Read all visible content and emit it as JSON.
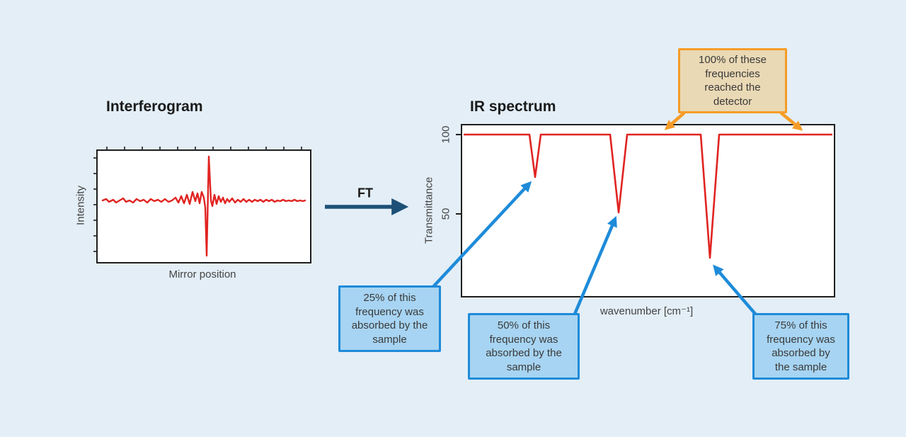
{
  "colors": {
    "background": "#e3eef7",
    "signal_red": "#e02421",
    "callout_blue_border": "#1e8bd9",
    "callout_blue_fill": "#a7d4f2",
    "callout_orange_border": "#f59c27",
    "callout_orange_fill": "#ead9b5",
    "ft_arrow_navy": "#1d5077",
    "title_text": "#1a1a1a",
    "axis_text": "#444444"
  },
  "interferogram": {
    "title": "Interferogram",
    "xlabel": "Mirror position",
    "ylabel": "Intensity"
  },
  "transform_arrow": {
    "label": "FT"
  },
  "ir_spectrum": {
    "title": "IR spectrum",
    "xlabel": "wavenumber [cm⁻¹]",
    "ylabel": "Transmittance",
    "yticks": [
      "100",
      "50"
    ]
  },
  "callouts": {
    "detector": {
      "text": "100% of these\nfrequencies\nreached the\ndetector"
    },
    "absorb25": {
      "text": "25% of this\nfrequency was\nabsorbed by the\nsample"
    },
    "absorb50": {
      "text": "50% of this\nfrequency was\nabsorbed by the\nsample"
    },
    "absorb75": {
      "text": "75% of this\nfrequency was\nabsorbed by\nthe sample"
    }
  },
  "chart_data": [
    {
      "type": "line",
      "title": "Interferogram",
      "xlabel": "Mirror position",
      "ylabel": "Intensity",
      "x_tick_labels": [],
      "y_tick_labels": [],
      "series": [
        {
          "name": "interferogram signal",
          "description": "low-amplitude noisy baseline with a sharp centerburst at the middle of the mirror-position axis: a deep negative spike immediately followed by a tall positive spike, then damped oscillations"
        }
      ]
    },
    {
      "type": "line",
      "title": "IR spectrum",
      "xlabel": "wavenumber [cm⁻¹]",
      "ylabel": "Transmittance",
      "ylim": [
        0,
        105
      ],
      "yticks": [
        100,
        50
      ],
      "x_tick_labels": [],
      "series": [
        {
          "name": "transmittance",
          "description": "flat baseline at 100% transmittance with three narrow V-shaped absorption dips",
          "dips": [
            {
              "position": "left",
              "min_transmittance": 75,
              "absorbed_percent": 25
            },
            {
              "position": "center",
              "min_transmittance": 50,
              "absorbed_percent": 50
            },
            {
              "position": "right",
              "min_transmittance": 25,
              "absorbed_percent": 75
            }
          ]
        }
      ]
    }
  ]
}
